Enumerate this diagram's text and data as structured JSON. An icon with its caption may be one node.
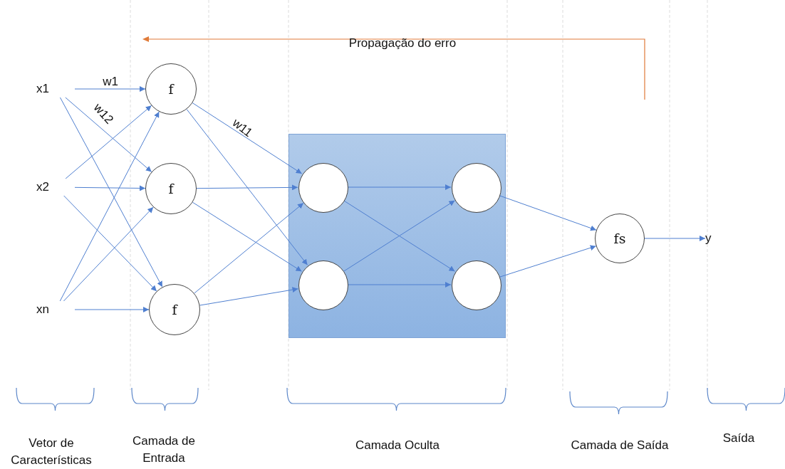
{
  "diagram": {
    "nodes": [
      {
        "text": [
          "x1"
        ]
      },
      {
        "text": [
          "x2"
        ]
      },
      {
        "text": [
          "xn"
        ]
      },
      {
        "text": [
          "f"
        ]
      },
      {
        "text": [
          "f"
        ]
      },
      {
        "text": [
          "f"
        ]
      },
      {
        "text": [],
        "shape": "box"
      },
      {
        "text": [],
        "shape": "circle",
        "in": 6
      },
      {
        "text": [],
        "shape": "circle",
        "in": 6
      },
      {
        "text": [],
        "shape": "circle",
        "in": 6
      },
      {
        "text": [],
        "shape": "circle",
        "in": 6
      },
      {
        "text": [
          "fs"
        ]
      },
      {
        "text": [
          "y"
        ]
      }
    ],
    "edges": [
      {
        "from": 0,
        "to": 3,
        "arrow": "to",
        "label": "w1"
      },
      {
        "from": 0,
        "to": 4,
        "arrow": "to",
        "label": "w12"
      },
      {
        "from": 0,
        "to": 5,
        "arrow": "to"
      },
      {
        "from": 1,
        "to": 3,
        "arrow": "to"
      },
      {
        "from": 1,
        "to": 4,
        "arrow": "to"
      },
      {
        "from": 1,
        "to": 5,
        "arrow": "to"
      },
      {
        "from": 2,
        "to": 3,
        "arrow": "to"
      },
      {
        "from": 2,
        "to": 4,
        "arrow": "to"
      },
      {
        "from": 2,
        "to": 5,
        "arrow": "to"
      },
      {
        "from": 3,
        "to": 7,
        "arrow": "to",
        "label": "w11"
      },
      {
        "from": 3,
        "to": 8,
        "arrow": "to"
      },
      {
        "from": 4,
        "to": 7,
        "arrow": "to"
      },
      {
        "from": 4,
        "to": 8,
        "arrow": "to"
      },
      {
        "from": 5,
        "to": 7,
        "arrow": "to"
      },
      {
        "from": 5,
        "to": 8,
        "arrow": "to"
      },
      {
        "from": 7,
        "to": 9,
        "arrow": "to"
      },
      {
        "from": 7,
        "to": 10,
        "arrow": "to"
      },
      {
        "from": 8,
        "to": 9,
        "arrow": "to"
      },
      {
        "from": 8,
        "to": 10,
        "arrow": "to"
      },
      {
        "from": 9,
        "to": 11,
        "arrow": "to"
      },
      {
        "from": 10,
        "to": 11,
        "arrow": "to"
      },
      {
        "from": 11,
        "to": 12,
        "arrow": "to"
      }
    ],
    "labels": [
      "Propagação do erro",
      "Vetor de Características",
      "Camada de Entrada",
      "Camada Oculta",
      "Camada de Saída",
      "Saída"
    ]
  }
}
